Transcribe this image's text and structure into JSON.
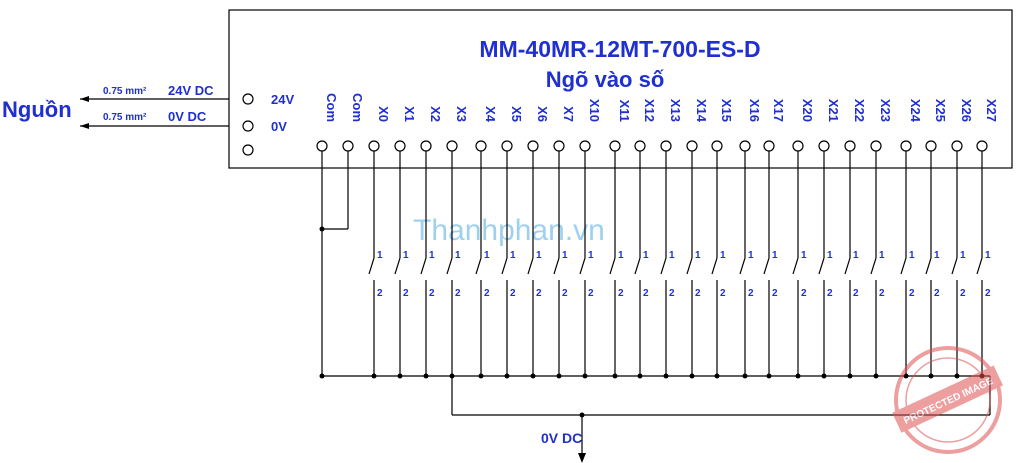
{
  "module": {
    "title": "MM-40MR-12MT-700-ES-D",
    "subtitle": "Ngõ vào số"
  },
  "power": {
    "source_label": "Nguồn",
    "lines": [
      {
        "wire": "0.75 mm²",
        "voltage": "24V DC"
      },
      {
        "wire": "0.75 mm²",
        "voltage": "0V DC"
      }
    ],
    "terminals": [
      "24V",
      "0V",
      ""
    ]
  },
  "inputs": {
    "terminals": [
      "Com",
      "Com",
      "X0",
      "X1",
      "X2",
      "X3",
      "X4",
      "X5",
      "X6",
      "X7",
      "X10",
      "X11",
      "X12",
      "X13",
      "X14",
      "X15",
      "X16",
      "X17",
      "X20",
      "X21",
      "X22",
      "X23",
      "X24",
      "X25",
      "X26",
      "X27"
    ],
    "switch_pin_top": "1",
    "switch_pin_bottom": "2"
  },
  "ground_label": "0V DC",
  "watermark": "Thanhphan.vn",
  "stamp": {
    "text": "PROTECTED IMAGE",
    "color": "#e05050"
  },
  "colors": {
    "text": "#1f2fd0",
    "line": "#000000"
  }
}
